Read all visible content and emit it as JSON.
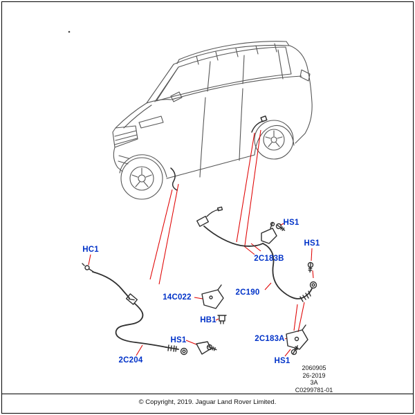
{
  "colors": {
    "callout-blue": "#0032c8",
    "leader-red": "#e00000",
    "art-gray": "#555555"
  },
  "callouts": [
    {
      "id": "HC1"
    },
    {
      "id": "HS1"
    },
    {
      "id": "HS1"
    },
    {
      "id": "2C183B"
    },
    {
      "id": "2C190"
    },
    {
      "id": "14C022"
    },
    {
      "id": "HB1"
    },
    {
      "id": "HS1"
    },
    {
      "id": "2C204"
    },
    {
      "id": "2C183A"
    },
    {
      "id": "HS1"
    }
  ],
  "info_block": {
    "lines": [
      "2060905",
      "26-2019",
      "3A",
      "C0299781-01"
    ]
  },
  "footer": {
    "copyright": "© Copyright, 2019. Jaguar Land Rover Limited."
  }
}
